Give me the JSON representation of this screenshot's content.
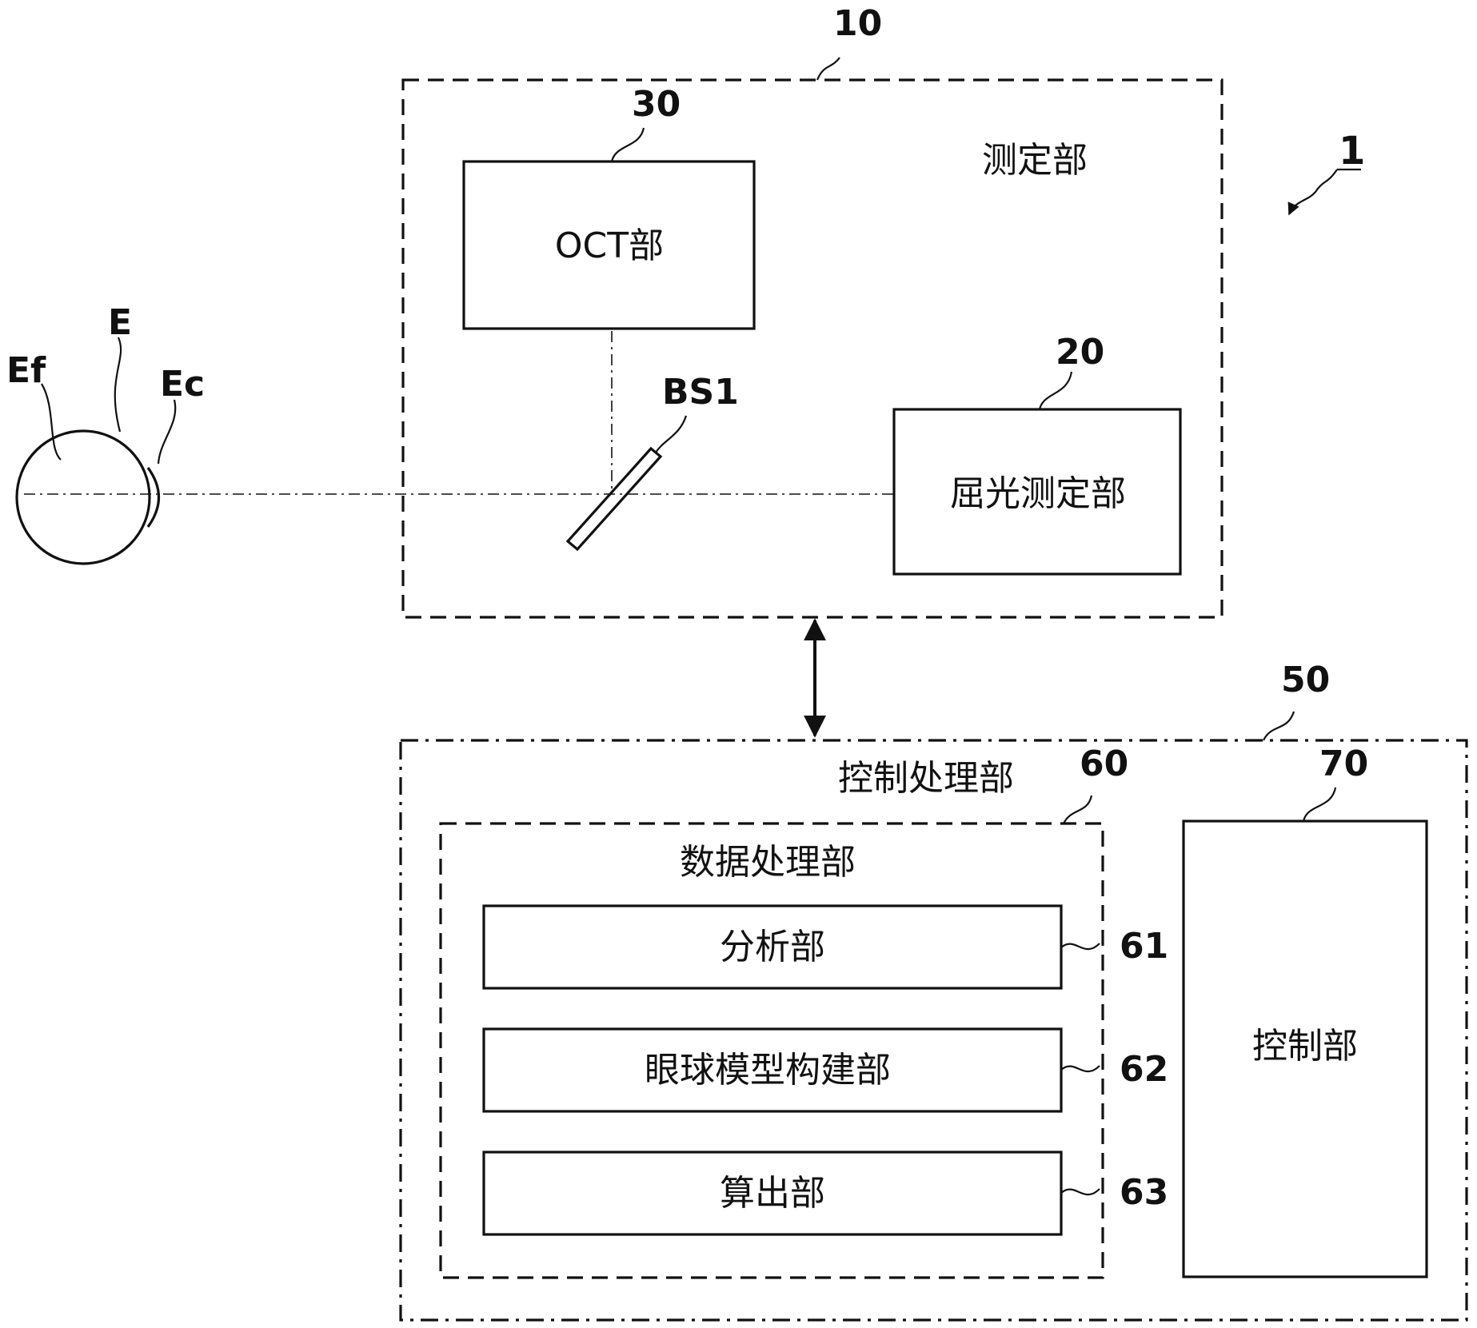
{
  "measurement": {
    "ref": "10",
    "label": "测定部"
  },
  "oct": {
    "ref": "30",
    "label": "OCT部"
  },
  "beam_splitter": {
    "label": "BS1"
  },
  "refraction": {
    "ref": "20",
    "label": "屈光测定部"
  },
  "apparatus": {
    "ref": "1"
  },
  "eye": {
    "label_e": "E",
    "label_ef": "Ef",
    "label_ec": "Ec"
  },
  "control_processing": {
    "ref": "50",
    "label": "控制处理部"
  },
  "data_processing": {
    "ref": "60",
    "label": "数据处理部"
  },
  "modules": [
    {
      "ref": "61",
      "label": "分析部"
    },
    {
      "ref": "62",
      "label": "眼球模型构建部"
    },
    {
      "ref": "63",
      "label": "算出部"
    }
  ],
  "controller": {
    "ref": "70",
    "label": "控制部"
  }
}
